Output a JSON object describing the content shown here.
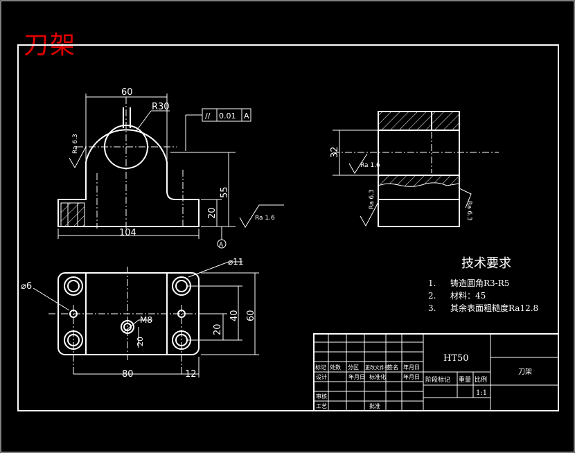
{
  "title_stamp": "刀架",
  "dimensions": {
    "d60_top": "60",
    "r30": "R30",
    "d55": "55",
    "d20_front": "20",
    "d104": "104",
    "phi11": "⌀11",
    "phi6": "⌀6",
    "m8": "M8",
    "d20_v": "20",
    "d40": "40",
    "d60_side": "60",
    "d20_small": "20",
    "d80": "80",
    "d12": "12",
    "d32": "32"
  },
  "tolerance": {
    "symbol": "//",
    "value": "0.01",
    "datum": "A"
  },
  "datum_label": "A",
  "roughness": {
    "front_left": "Ra 6.3",
    "front_base": "Ra 1.6",
    "side_upper": "Ra 1.6",
    "side_left": "Ra 6.3",
    "side_right": "Ra 6.3"
  },
  "requirements": {
    "title": "技术要求",
    "items": [
      {
        "num": "1.",
        "text": "铸造圆角R3-R5"
      },
      {
        "num": "2.",
        "text": "材料：45"
      },
      {
        "num": "3.",
        "text": "其余表面粗糙度Ra12.8"
      }
    ]
  },
  "title_block": {
    "material": "HT50",
    "part_name": "刀架",
    "scale": "1:1",
    "row_labels": [
      "标记",
      "处数",
      "分区",
      "更改文件号",
      "签名",
      "年月日"
    ],
    "label_design": "设计",
    "label_std": "标准化",
    "label_ymd": "年月日",
    "label_ymd2": "年月日",
    "label_check": "审核",
    "label_process": "工艺",
    "label_approve": "批准",
    "label_stage": "阶段标记",
    "label_weight": "重量",
    "label_scale": "比例"
  }
}
